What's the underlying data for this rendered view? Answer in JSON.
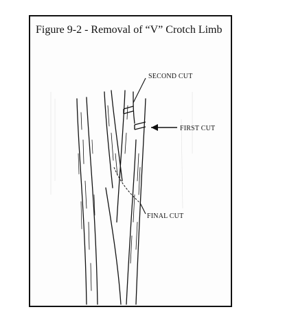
{
  "figure": {
    "caption": "Figure 9-2 - Removal of “V” Crotch Limb",
    "labels": {
      "second_cut": "SECOND CUT",
      "first_cut": "FIRST CUT",
      "final_cut": "FINAL CUT"
    }
  },
  "colors": {
    "ink": "#111111",
    "paper": "#fdfdfd"
  }
}
